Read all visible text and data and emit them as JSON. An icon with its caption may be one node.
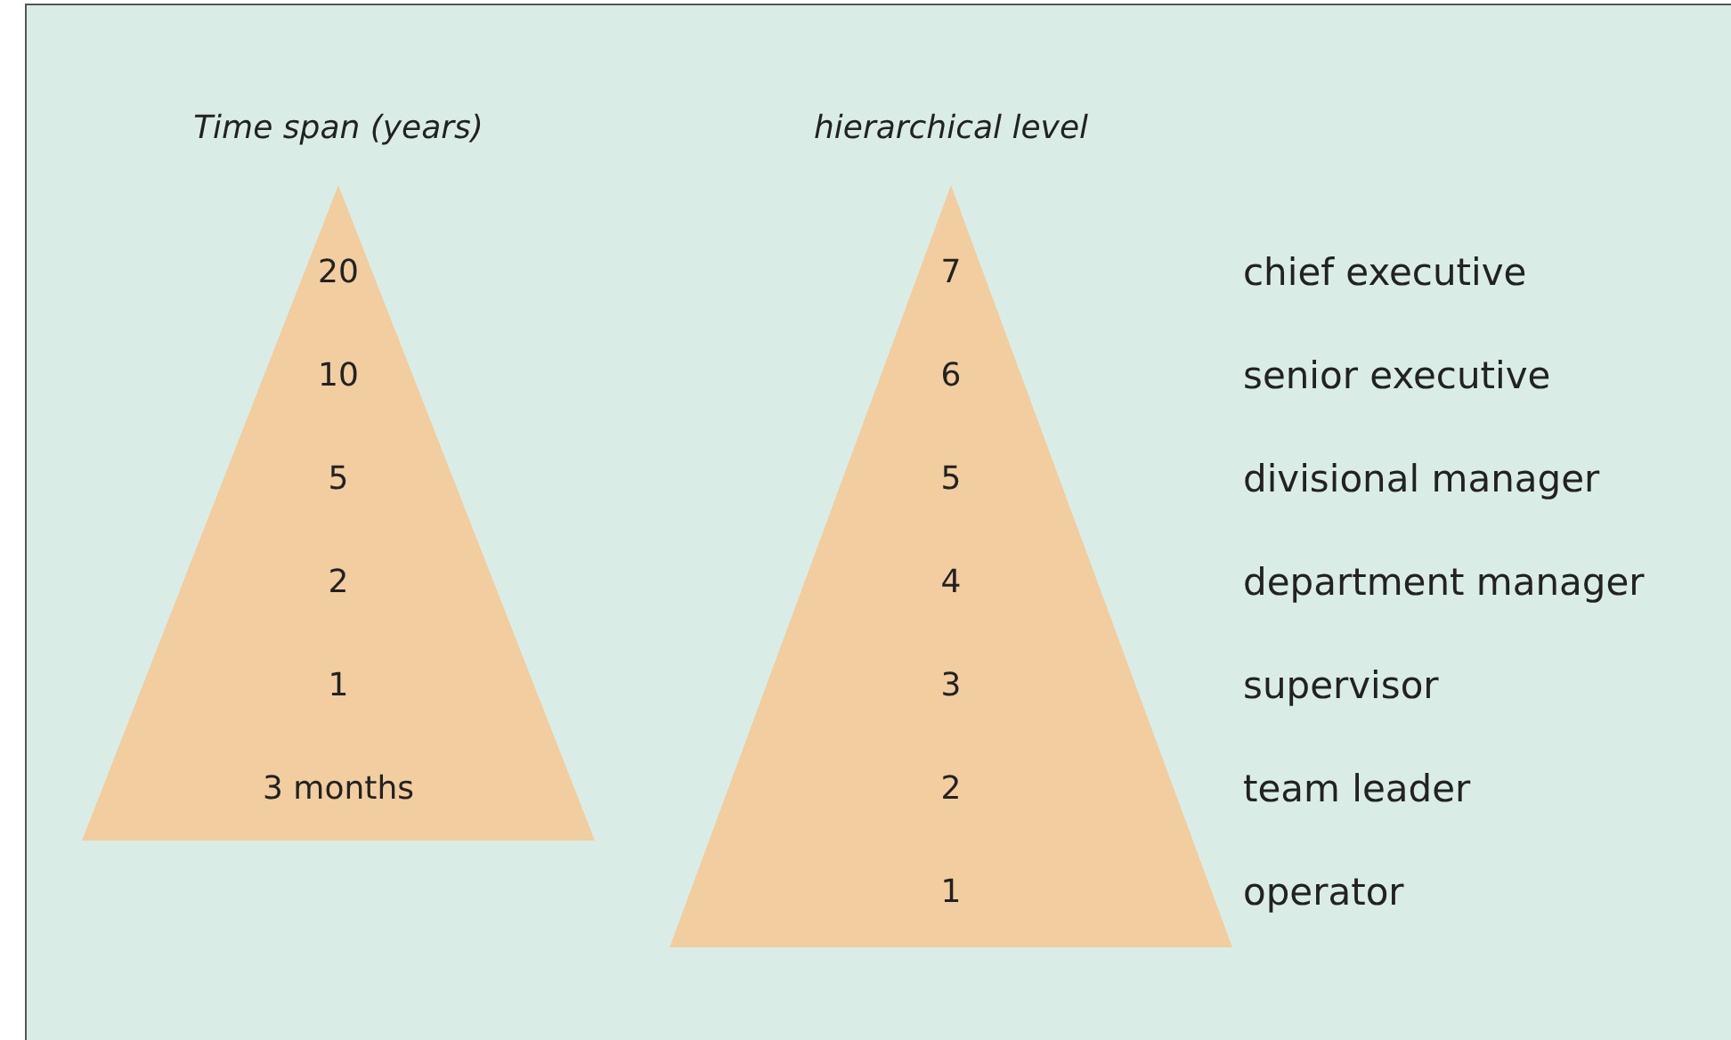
{
  "diagram": {
    "nodes": [
      {
        "text": [
          "Time span (years)",
          "20",
          "10",
          "5",
          "2",
          "1",
          "3 months"
        ]
      },
      {
        "text": [
          "hierarchical level",
          "7",
          "6",
          "5",
          "4",
          "3",
          "2",
          "1"
        ]
      }
    ],
    "labels": [
      "chief executive",
      "senior executive",
      "divisional manager",
      "department manager",
      "supervisor",
      "team leader",
      "operator"
    ]
  }
}
